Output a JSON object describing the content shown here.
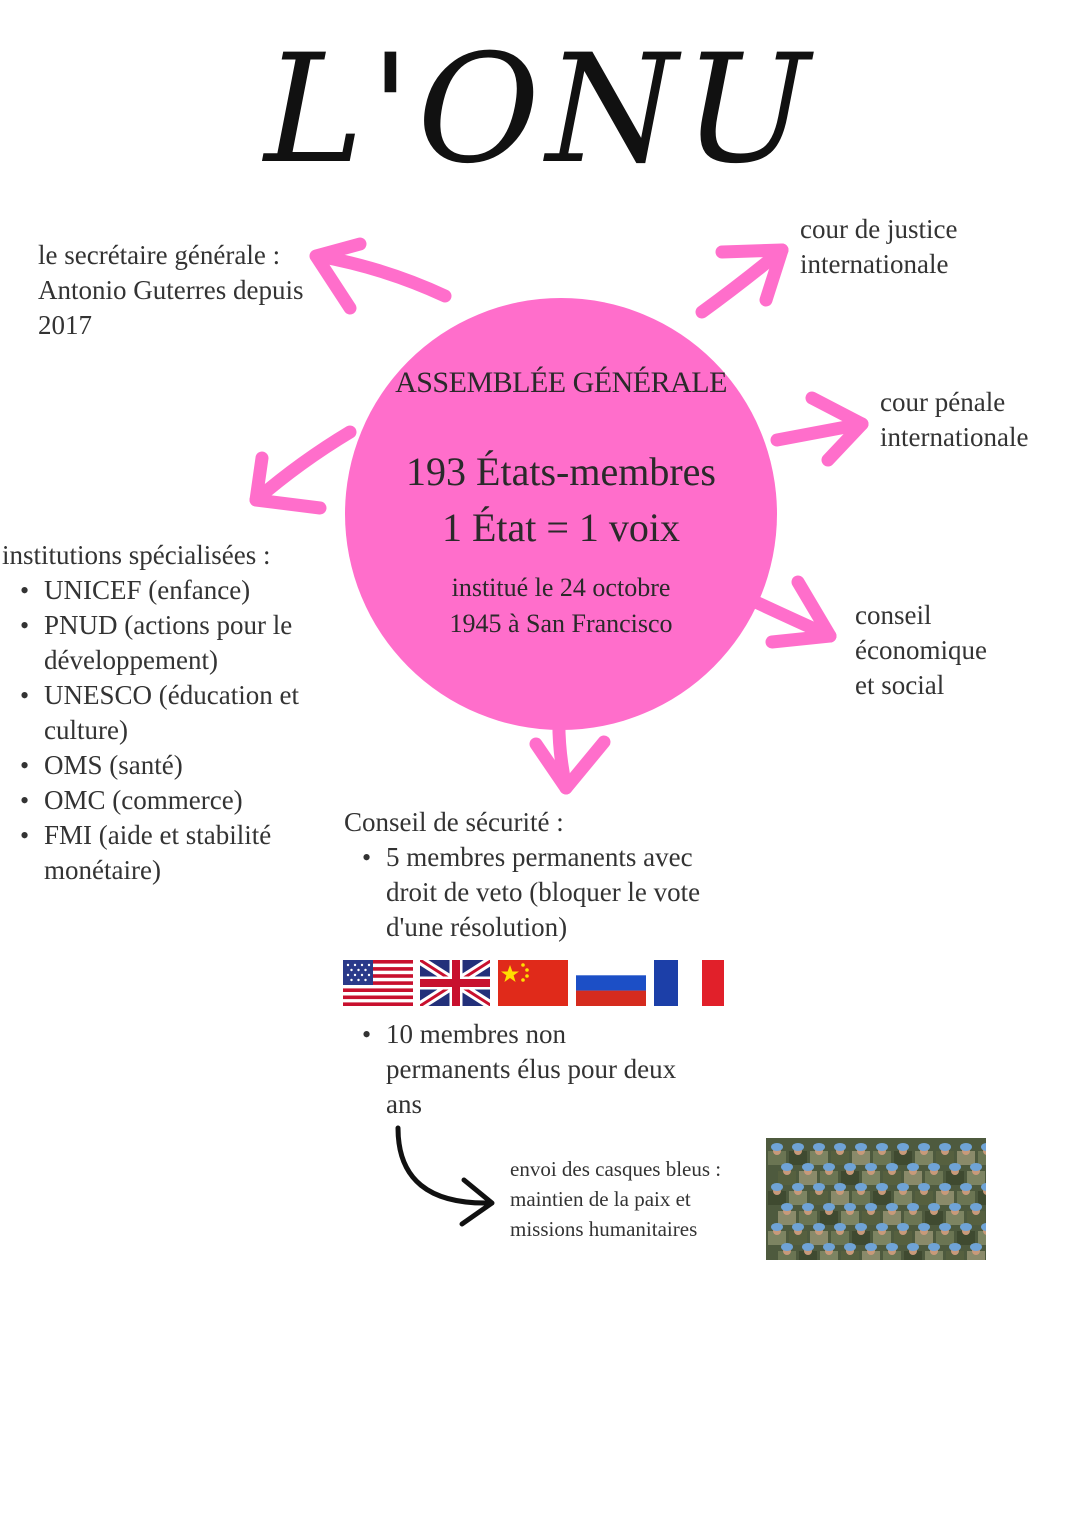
{
  "title": "L'ONU",
  "center": {
    "heading": "ASSEMBLÉE GÉNÉRALE",
    "line1": "193 États-membres",
    "line2": "1 État = 1 voix",
    "founded_line1": "institué le 24 octobre",
    "founded_line2": "1945 à San Francisco"
  },
  "secretary": {
    "line1": "le secrétaire générale :",
    "line2": "Antonio Guterres depuis",
    "line3": "2017"
  },
  "icj": {
    "line1": "cour de justice",
    "line2": "internationale"
  },
  "icc": {
    "line1": "cour pénale",
    "line2": "internationale"
  },
  "ecosoc": {
    "line1": "conseil",
    "line2": "économique",
    "line3": "et social"
  },
  "institutions": {
    "heading": "institutions spécialisées :",
    "items": [
      {
        "line1": "UNICEF (enfance)"
      },
      {
        "line1": "PNUD (actions pour le",
        "line2": "développement)"
      },
      {
        "line1": "UNESCO (éducation et",
        "line2": "culture)"
      },
      {
        "line1": "OMS (santé)"
      },
      {
        "line1": "OMC (commerce)"
      },
      {
        "line1": "FMI (aide et stabilité",
        "line2": "monétaire)"
      }
    ]
  },
  "security_council": {
    "heading": "Conseil de sécurité :",
    "permanent": {
      "line1": "5 membres permanents avec",
      "line2": "droit de veto (bloquer le vote",
      "line3": "d'une résolution)"
    },
    "non_permanent": {
      "line1": "10 membres non",
      "line2": "permanents élus pour deux",
      "line3": "ans"
    },
    "flags": [
      "usa-flag",
      "uk-flag",
      "china-flag",
      "russia-flag",
      "france-flag"
    ]
  },
  "peacekeepers": {
    "line1": "envoi des casques bleus :",
    "line2": "maintien de la paix et",
    "line3": "missions humanitaires"
  },
  "colors": {
    "accent": "#ff6ecb",
    "text": "#333333",
    "arrow_dark": "#111111"
  }
}
